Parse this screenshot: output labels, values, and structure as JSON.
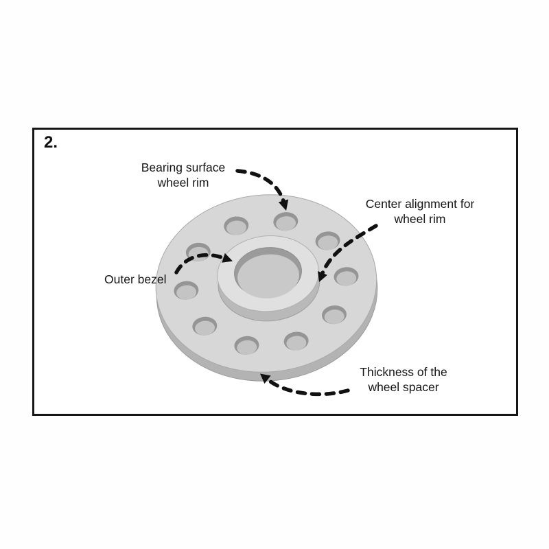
{
  "diagram": {
    "step_number": "2.",
    "labels": {
      "bearing_surface": {
        "lines": [
          "Bearing surface",
          "wheel rim"
        ]
      },
      "center_alignment": {
        "lines": [
          "Center alignment for",
          "wheel rim"
        ]
      },
      "outer_bezel": {
        "lines": [
          "Outer bezel"
        ]
      },
      "thickness": {
        "lines": [
          "Thickness of the",
          "wheel spacer"
        ]
      }
    },
    "colors": {
      "frame_border": "#161616",
      "text": "#151515",
      "arrow": "#111111",
      "spacer_top": "#d7d7d7",
      "spacer_side": "#b3b3b3",
      "hub_top": "#e0e0e0",
      "hub_side": "#b9b9b9",
      "bore_wall": "#9b9b9b",
      "bore_bottom": "#c9c9c9",
      "bolt_hole": "#959595",
      "bolt_hole_inner": "#c4c4c4"
    }
  }
}
